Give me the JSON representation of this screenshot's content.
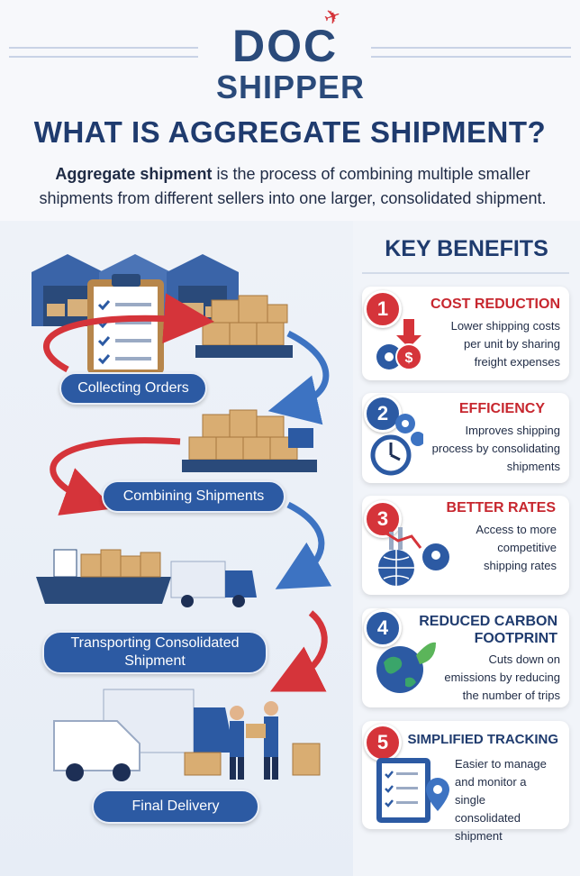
{
  "logo": {
    "top": "DOC",
    "bottom": "SHIPPER"
  },
  "headline": "WHAT IS AGGREGATE SHIPMENT?",
  "intro": {
    "bold": "Aggregate shipment",
    "rest": " is the process of combining multiple smaller shipments from different sellers into one larger, consolidated shipment."
  },
  "steps": [
    {
      "label": "Collecting Orders"
    },
    {
      "label": "Combining Shipments"
    },
    {
      "label": "Transporting Consolidated Shipment"
    },
    {
      "label": "Final Delivery"
    }
  ],
  "key_benefits": {
    "title": "KEY BENEFITS",
    "items": [
      {
        "number": "1",
        "title": "COST REDUCTION",
        "description": "Lower shipping costs per unit by sharing freight expenses",
        "icon": "cost-reduction-icon"
      },
      {
        "number": "2",
        "title": "EFFICIENCY",
        "description": "Improves shipping process by consolidating shipments",
        "icon": "gears-clock-icon"
      },
      {
        "number": "3",
        "title": "BETTER RATES",
        "description": "Access to more competitive shipping rates",
        "icon": "globe-chart-icon"
      },
      {
        "number": "4",
        "title": "REDUCED CARBON FOOTPRINT",
        "description": "Cuts down on emissions by reducing the number of trips",
        "icon": "earth-leaf-icon"
      },
      {
        "number": "5",
        "title": "SIMPLIFIED TRACKING",
        "description": "Easier to manage and monitor a single consolidated shipment",
        "icon": "clipboard-pin-icon"
      }
    ]
  },
  "colors": {
    "navy": "#1f3b6e",
    "blue": "#2c5aa3",
    "red": "#d5343a"
  }
}
